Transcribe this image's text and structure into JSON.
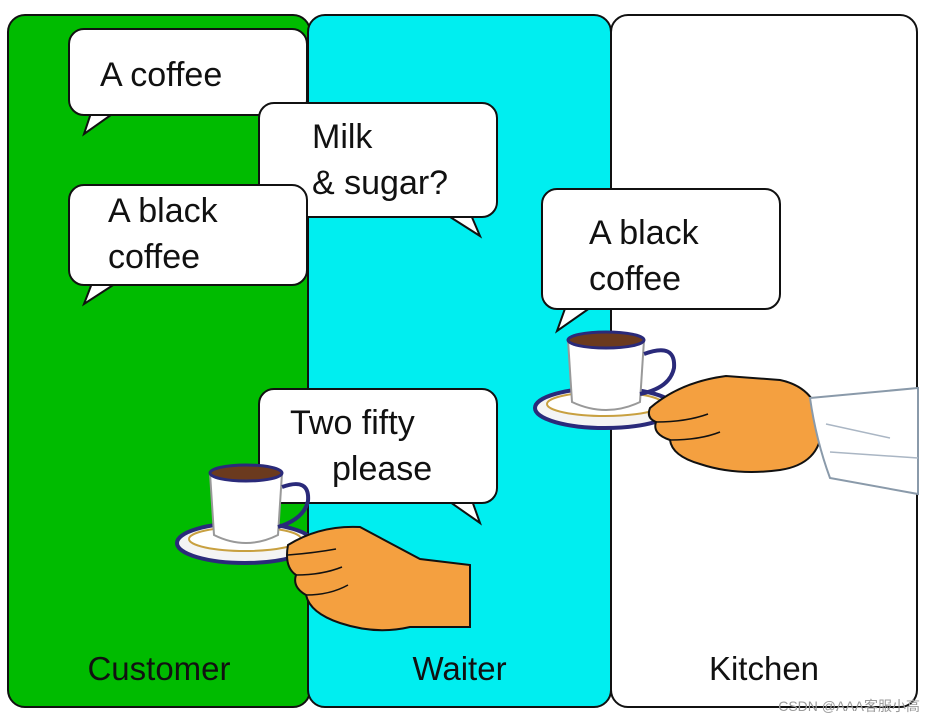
{
  "lanes": [
    {
      "label": "Customer",
      "color": "#00bb00"
    },
    {
      "label": "Waiter",
      "color": "#00eef0"
    },
    {
      "label": "Kitchen",
      "color": "#ffffff"
    }
  ],
  "bubbles": {
    "customer_order": {
      "lines": [
        "A coffee"
      ]
    },
    "waiter_question": {
      "lines": [
        "Milk",
        "& sugar?"
      ]
    },
    "customer_reply": {
      "lines": [
        "A black",
        "coffee"
      ]
    },
    "waiter_bill": {
      "lines": [
        "Two fifty",
        "please"
      ]
    },
    "kitchen_callout": {
      "lines": [
        "A black",
        "coffee"
      ]
    }
  },
  "icons": {
    "waiter_delivery": "coffee-cup-in-hand-icon",
    "kitchen_serving": "coffee-cup-in-hand-icon"
  },
  "watermark": "CSDN @AAA客服小高"
}
